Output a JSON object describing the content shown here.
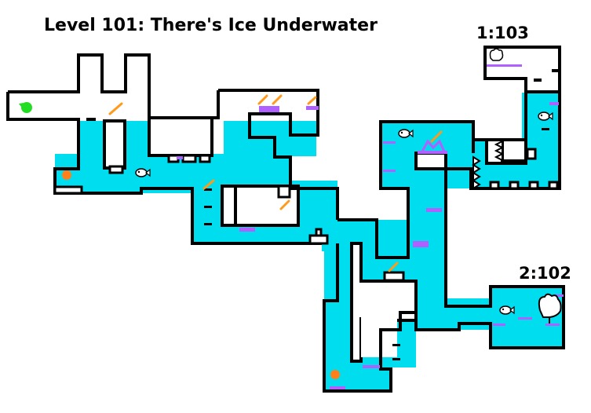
{
  "title": "Level 101: There's Ice Underwater",
  "exits": [
    {
      "id": "exit-1-103",
      "label": "1:103"
    },
    {
      "id": "exit-2-102",
      "label": "2:102"
    }
  ],
  "colors": {
    "water": "#00ddee",
    "wall": "#000000",
    "ice": "#b060ff",
    "ramp": "#ff9a1a",
    "player": "#22dd22",
    "orb": "#ff7f1a"
  },
  "icons": [
    "player-start-icon",
    "orange-orb-icon",
    "fish-enemy-icon",
    "glove-item-icon",
    "ramp-icon",
    "ice-block-icon",
    "spike-icon"
  ]
}
